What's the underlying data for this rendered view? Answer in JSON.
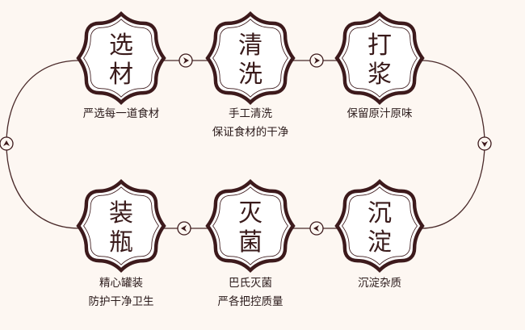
{
  "colors": {
    "frame": "#3d1a1c",
    "line": "#4a2a2a",
    "background": "#fdf7f2"
  },
  "steps": [
    {
      "title": [
        "选",
        "材"
      ],
      "caption": [
        "严选每一道食材"
      ]
    },
    {
      "title": [
        "清",
        "洗"
      ],
      "caption": [
        "手工清洗",
        "保证食材的干净"
      ]
    },
    {
      "title": [
        "打",
        "浆"
      ],
      "caption": [
        "保留原汁原味"
      ]
    },
    {
      "title": [
        "沉",
        "淀"
      ],
      "caption": [
        "沉淀杂质"
      ]
    },
    {
      "title": [
        "灭",
        "菌"
      ],
      "caption": [
        "巴氏灭菌",
        "严各把控质量"
      ]
    },
    {
      "title": [
        "装",
        "瓶"
      ],
      "caption": [
        "精心罐装",
        "防护干净卫生"
      ]
    }
  ]
}
